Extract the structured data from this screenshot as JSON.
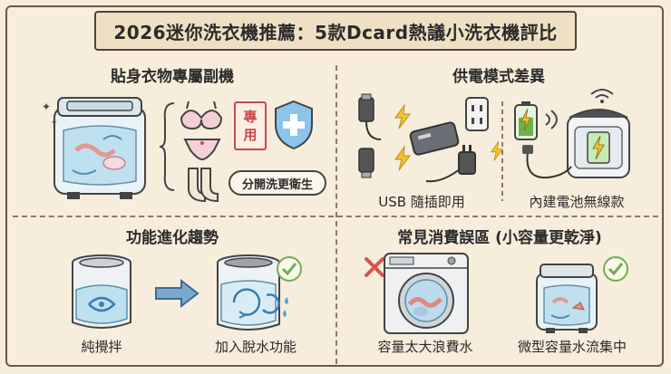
{
  "title": "2026迷你洗衣機推薦：5款Dcard熱議小洗衣機評比",
  "panels": {
    "top_left": {
      "title": "貼身衣物專屬副機",
      "stamp_chars": [
        "專",
        "用"
      ],
      "pill": "分開洗更衛生",
      "icons": [
        "mini-washer-icon",
        "bra-icon",
        "underwear-icon",
        "socks-icon",
        "shield-plus-icon"
      ]
    },
    "top_right": {
      "title": "供電模式差異",
      "usb_label": "USB 隨插即用",
      "battery_label": "內建電池無線款",
      "icons": [
        "usb-cable-icon",
        "power-bank-icon",
        "wall-outlet-icon",
        "charger-icon",
        "battery-icon",
        "wifi-signal-icon",
        "cordless-washer-icon"
      ]
    },
    "bottom_left": {
      "title": "功能進化趨勢",
      "left_label": "純攪拌",
      "right_label": "加入脫水功能",
      "icons": [
        "agitator-washer-icon",
        "arrow-right-icon",
        "spin-dry-washer-icon",
        "check-icon"
      ]
    },
    "bottom_right": {
      "title": "常見消費誤區 (小容量更乾淨)",
      "left_label": "容量太大浪費水",
      "right_label": "微型容量水流集中",
      "icons": [
        "cross-icon",
        "front-loader-icon",
        "mini-washer-icon",
        "check-icon"
      ]
    }
  },
  "colors": {
    "background": "#f7eddc",
    "accent_yellow": "#f2c230",
    "accent_blue": "#5aa3d6",
    "accent_green": "#6bb24c",
    "accent_red": "#d9534f"
  }
}
